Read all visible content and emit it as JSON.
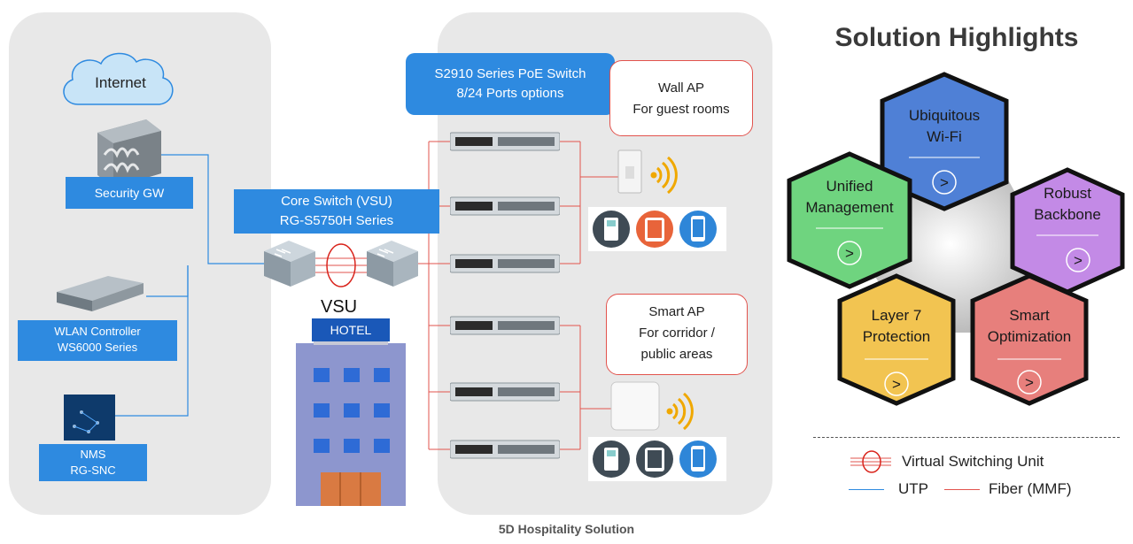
{
  "left_panel": {
    "internet": "Internet",
    "security_gw": "Security GW",
    "wlan_controller": [
      "WLAN Controller",
      "WS6000 Series"
    ],
    "nms": [
      "NMS",
      "RG-SNC"
    ]
  },
  "core": {
    "title": [
      "Core Switch (VSU)",
      "RG-S5750H Series"
    ],
    "vsu_label": "VSU",
    "hotel_label": "HOTEL"
  },
  "access": {
    "title": [
      "S2910 Series PoE Switch",
      "8/24 Ports options"
    ],
    "wall_ap": [
      "Wall AP",
      "For guest rooms"
    ],
    "smart_ap": [
      "Smart AP",
      "For corridor /",
      "public areas"
    ]
  },
  "highlights": {
    "title": "Solution Highlights",
    "items": [
      {
        "lines": [
          "Ubiquitous",
          "Wi-Fi"
        ],
        "color": "#4f80d6",
        "arrow": ">"
      },
      {
        "lines": [
          "Unified",
          "Management"
        ],
        "color": "#6fd47f",
        "arrow": ">"
      },
      {
        "lines": [
          "Robust",
          "Backbone"
        ],
        "color": "#c38ae6",
        "arrow": ">"
      },
      {
        "lines": [
          "Layer 7",
          "Protection"
        ],
        "color": "#f2c451",
        "arrow": ">"
      },
      {
        "lines": [
          "Smart",
          "Optimization"
        ],
        "color": "#e77f7c",
        "arrow": ">"
      }
    ]
  },
  "legend": {
    "vsu": "Virtual Switching Unit",
    "utp": "UTP",
    "fiber": "Fiber (MMF)",
    "utp_color": "#2e8ae0",
    "fiber_color": "#e2534d"
  },
  "caption": "5D Hospitality Solution"
}
